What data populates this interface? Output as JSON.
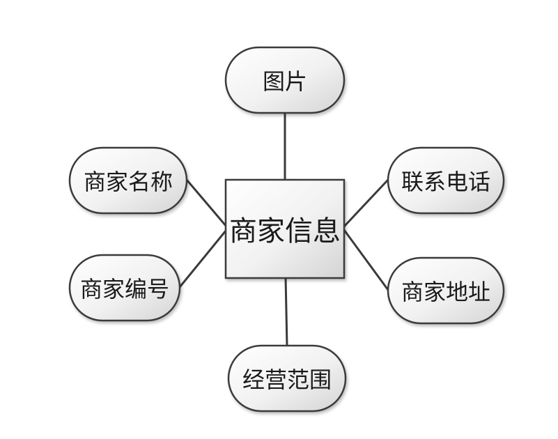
{
  "diagram": {
    "center": {
      "label": "商家信息"
    },
    "attributes": [
      {
        "key": "image",
        "label": "图片"
      },
      {
        "key": "name",
        "label": "商家名称"
      },
      {
        "key": "number",
        "label": "商家编号"
      },
      {
        "key": "phone",
        "label": "联系电话"
      },
      {
        "key": "address",
        "label": "商家地址"
      },
      {
        "key": "scope",
        "label": "经营范围"
      }
    ]
  },
  "colors": {
    "stroke": "#3a3a3a",
    "fill_light": "#ffffff",
    "fill_dark": "#d9d9d9",
    "text": "#1a1a1a"
  }
}
